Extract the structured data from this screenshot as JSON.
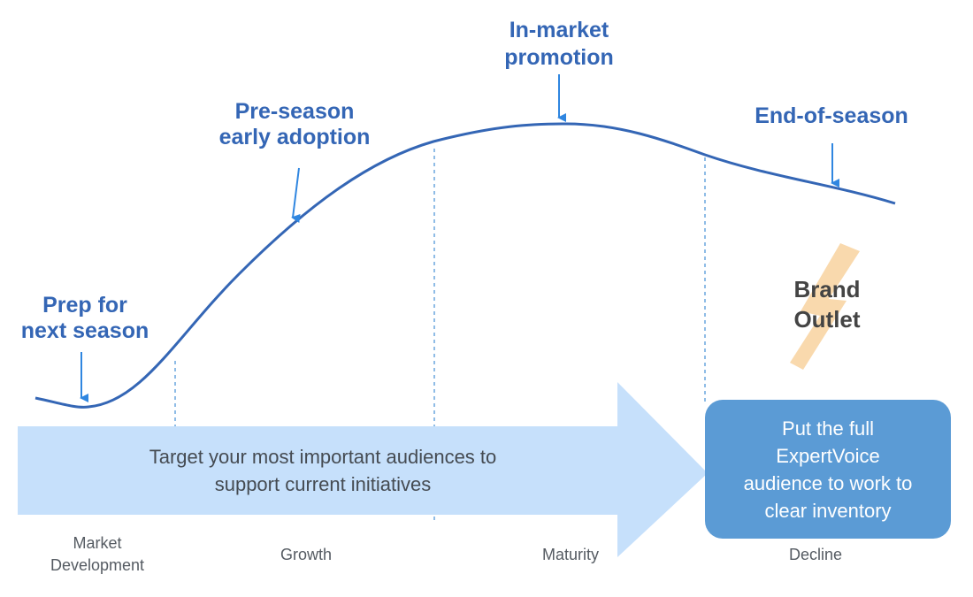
{
  "callouts": {
    "prep": {
      "line1": "Prep for",
      "line2": "next season"
    },
    "preseason": {
      "line1": "Pre-season",
      "line2": "early adoption"
    },
    "inmarket": {
      "line1": "In-market",
      "line2": "promotion"
    },
    "endseason": {
      "line1": "End-of-season"
    }
  },
  "brand_outlet": {
    "line1": "Brand",
    "line2": "Outlet"
  },
  "arrow": {
    "line1": "Target your most important audiences to",
    "line2": "support current initiatives"
  },
  "box": {
    "line1": "Put the full",
    "line2": "ExpertVoice",
    "line3": "audience to work to",
    "line4": "clear inventory"
  },
  "stages": {
    "market_development": {
      "line1": "Market",
      "line2": "Development"
    },
    "growth": "Growth",
    "maturity": "Maturity",
    "decline": "Decline"
  },
  "colors": {
    "curve": "#3466b5",
    "callout_arrow": "#2f86e0",
    "big_arrow": "#c6e0fb",
    "box": "#5b9bd5",
    "bolt": "#f9d9ad",
    "divider": "#6aa6dd"
  }
}
